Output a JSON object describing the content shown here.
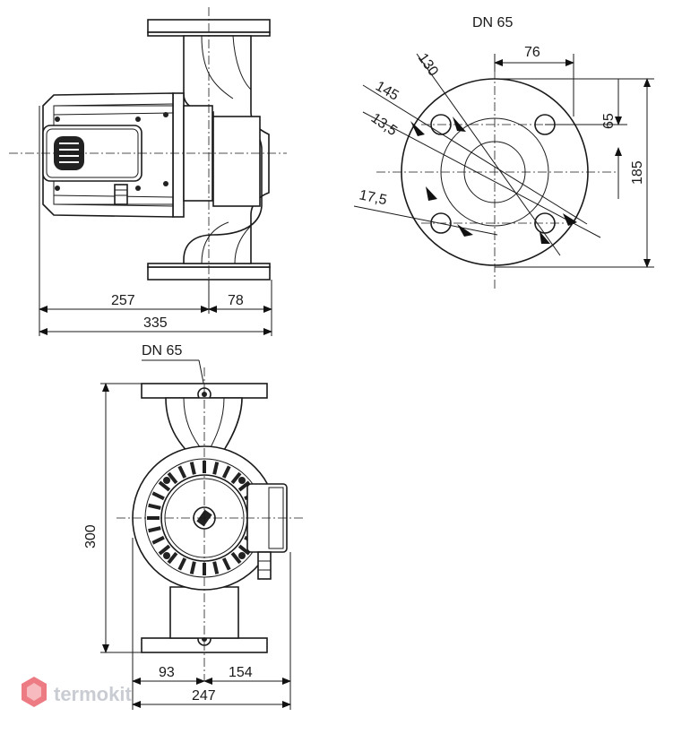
{
  "side_view": {
    "dim_motor": "257",
    "dim_flange_offset": "78",
    "dim_total_length": "335"
  },
  "flange_view": {
    "title": "DN 65",
    "dim_hole_spacing_h": "76",
    "dim_hole_spacing_v": "65",
    "dim_flange_diameter": "185",
    "dim_pcd_130": "130",
    "dim_pcd_145": "145",
    "dim_hole_13_5": "13,5",
    "dim_hole_17_5": "17,5"
  },
  "top_view": {
    "dn_label": "DN 65",
    "dim_height": "300",
    "dim_left": "93",
    "dim_right": "154",
    "dim_width": "247"
  },
  "watermark": {
    "brand": "termokit",
    "accent_color": "#e8505b"
  }
}
